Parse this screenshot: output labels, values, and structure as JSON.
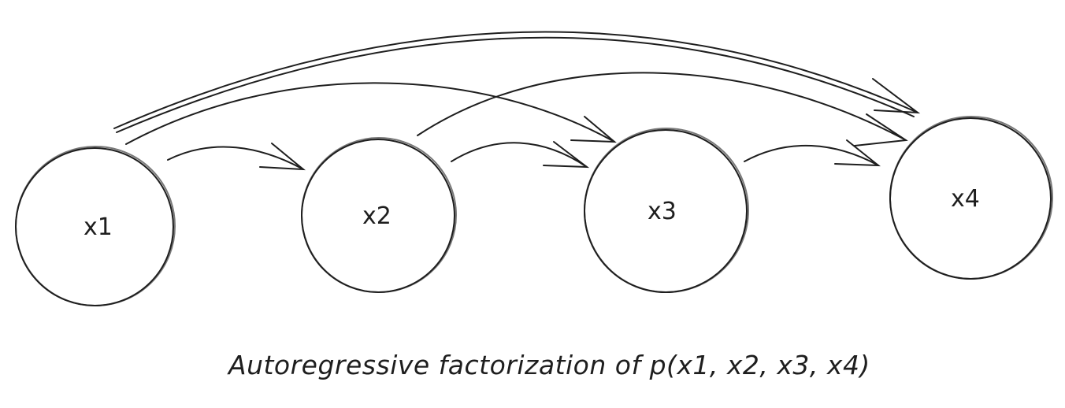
{
  "nodes": [
    {
      "id": "x1",
      "label": "x1"
    },
    {
      "id": "x2",
      "label": "x2"
    },
    {
      "id": "x3",
      "label": "x3"
    },
    {
      "id": "x4",
      "label": "x4"
    }
  ],
  "edges": [
    {
      "from": "x1",
      "to": "x2"
    },
    {
      "from": "x2",
      "to": "x3"
    },
    {
      "from": "x3",
      "to": "x4"
    },
    {
      "from": "x1",
      "to": "x3"
    },
    {
      "from": "x1",
      "to": "x4"
    },
    {
      "from": "x2",
      "to": "x4"
    }
  ],
  "caption": "Autoregressive factorization of p(x1, x2, x3, x4)",
  "colors": {
    "stroke": "#1e1e1e",
    "background": "#ffffff"
  }
}
